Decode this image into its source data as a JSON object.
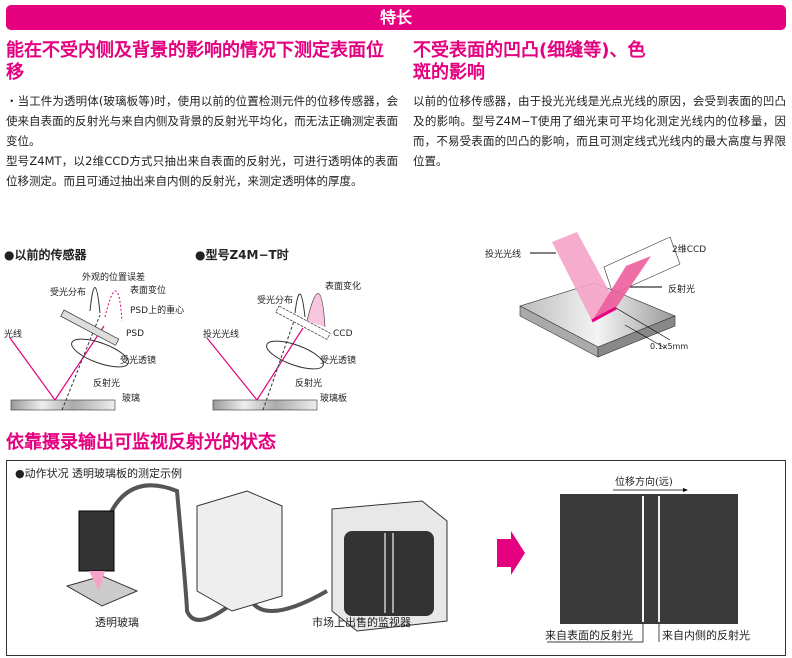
{
  "header": {
    "title": "特长"
  },
  "left": {
    "heading": "能在不受内侧及背景的影响的情况下测定表面位移",
    "paragraphs": [
      "・当工件为透明体(玻璃板等)时，使用以前的位置检测元件的位移传感器，会使来自表面的反射光与来自内侧及背景的反射光平均化，而无法正确测定表面变位。",
      "型号Z4MT，以2维CCD方式只抽出来自表面的反射光，可进行透明体的表面位移测定。而且可通过抽出来自内侧的反射光，来测定透明体的厚度。"
    ]
  },
  "right": {
    "heading": "不受表面的凹凸(细缝等)、色斑的影响",
    "paragraph": "以前的位移传感器，由于投光光线是光点光线的原因，会受到表面的凹凸及的影响。型号Z4M−T使用了细光束可平均化测定光线内的位移量，因而，不易受表面的凹凸的影响，而且可测定线式光线内的最大高度与界限位置。"
  },
  "diagram_old": {
    "title": "●以前的传感器",
    "labels": {
      "error": "外观的位置误差",
      "surface": "表面变位",
      "dist": "受光分布",
      "psd_center": "PSD上的重心",
      "light": "光线",
      "psd": "PSD",
      "lens": "受光透镜",
      "reflect": "反射光",
      "glass": "玻璃"
    }
  },
  "diagram_new": {
    "title": "●型号Z4M−T时",
    "labels": {
      "surface": "表面变化",
      "dist": "受光分布",
      "light": "投光光线",
      "ccd": "CCD",
      "lens": "受光透镜",
      "reflect": "反射光",
      "glass": "玻璃板"
    }
  },
  "diagram_3d": {
    "labels": {
      "light": "投光光线",
      "ccd": "2维CCD",
      "reflect": "反射光",
      "size": "0.1x5mm"
    }
  },
  "section2": {
    "heading": "依靠摄录输出可监视反射光的状态",
    "box_title": "●动作状况",
    "box_subtitle": "透明玻璃板的测定示例",
    "glass_label": "透明玻璃",
    "monitor_label": "市场上出售的监视器",
    "direction_label": "位移方向(远)",
    "surface_label": "来自表面的反射光",
    "inner_label": "来自内侧的反射光"
  },
  "colors": {
    "accent": "#e4007f"
  }
}
